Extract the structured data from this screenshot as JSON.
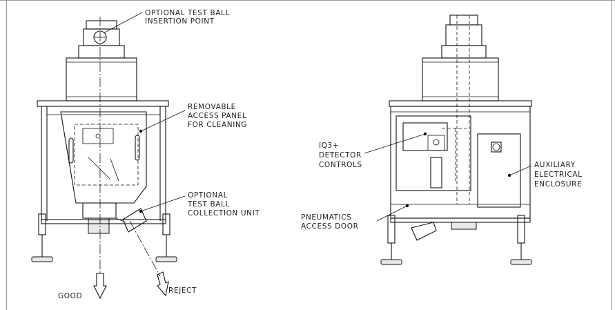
{
  "labels": {
    "test_ball_insertion": [
      "OPTIONAL TEST BALL",
      "INSERTION POINT"
    ],
    "access_panel": [
      "REMOVABLE",
      "ACCESS PANEL",
      "FOR CLEANING"
    ],
    "collection_unit": [
      "OPTIONAL",
      "TEST BALL",
      "COLLECTION UNIT"
    ],
    "good": "GOOD",
    "reject": "REJECT",
    "detector_controls": [
      "IQ3+",
      "DETECTOR",
      "CONTROLS"
    ],
    "auxiliary_enclosure": [
      "AUXILIARY",
      "ELECTRICAL",
      "ENCLOSURE"
    ],
    "pneumatics_door": [
      "PNEUMATICS",
      "ACCESS DOOR"
    ]
  }
}
